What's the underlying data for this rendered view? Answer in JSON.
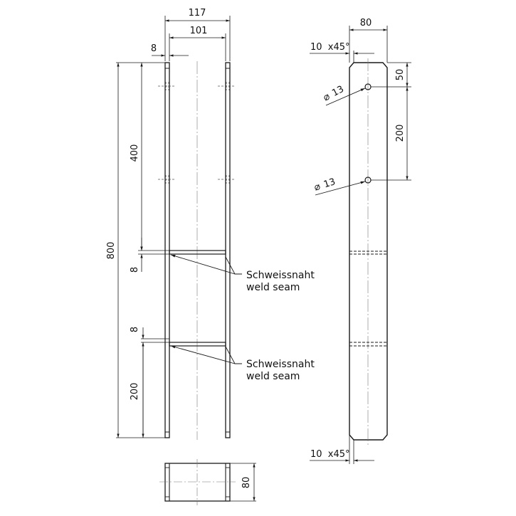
{
  "drawing": {
    "title": "H-post anchor technical drawing",
    "line_color": "#1a1a1a",
    "background": "#ffffff"
  },
  "front_view": {
    "dimensions": {
      "overall_width": "117",
      "inner_width": "101",
      "plate_thickness": "8",
      "overall_height": "800",
      "upper_section_height": "400",
      "web1_thickness": "8",
      "web2_thickness": "8",
      "lower_section_height": "200"
    },
    "annotations": [
      {
        "line1": "Schweissnaht",
        "line2": "weld seam"
      },
      {
        "line1": "Schweissnaht",
        "line2": "weld seam"
      }
    ]
  },
  "top_view": {
    "dimensions": {
      "depth": "80"
    }
  },
  "side_view": {
    "dimensions": {
      "width": "80",
      "chamfer_top": "10  x45°",
      "chamfer_bottom": "10  x45°",
      "hole1_offset": "50",
      "hole_spacing": "200",
      "hole1_diameter": "13",
      "hole2_diameter": "13"
    },
    "diameter_symbol": "⌀"
  }
}
